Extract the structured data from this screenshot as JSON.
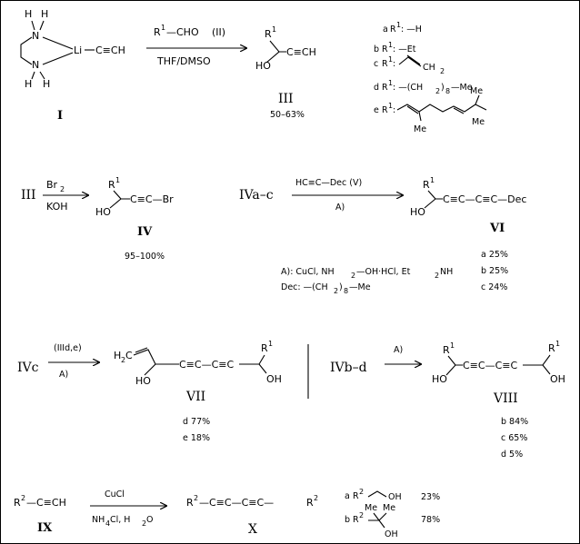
{
  "colors": {
    "ink": "#000000",
    "background": "#ffffff",
    "border": "#000000"
  },
  "scheme1": {
    "reagent_li": "Li",
    "reagent_n": "N",
    "reagent_h": "H",
    "ethynyl": "C≡CH",
    "compound_label": "I",
    "aldehyde_r": "R",
    "aldehyde_sup": "1",
    "aldehyde_rest": "—CHO",
    "aldehyde_label": "(II)",
    "conditions": "THF/DMSO",
    "product_r": "R",
    "product_sup": "1",
    "product_ho": "HO",
    "product_alkyne": "C≡CH",
    "product_label": "III",
    "yield": "50–63%",
    "r1_options": [
      {
        "letter": "a",
        "r": "R",
        "sup": "1",
        "value": ": —H"
      },
      {
        "letter": "b",
        "r": "R",
        "sup": "1",
        "value": ": —Et"
      },
      {
        "letter": "c",
        "r": "R",
        "sup": "1",
        "value": ":",
        "tail": "CH",
        "tail_sub": "2"
      },
      {
        "letter": "d",
        "r": "R",
        "sup": "1",
        "value": ": —(CH",
        "sub": "2",
        "rest": ")",
        "sub2": "8",
        "end": "—Me"
      },
      {
        "letter": "e",
        "r": "R",
        "sup": "1",
        "value": ":",
        "me1": "Me",
        "me2": "Me",
        "me3": "Me"
      }
    ]
  },
  "scheme2": {
    "start": "III",
    "reagent_top": "Br",
    "reagent_top_sub": "2",
    "reagent_bottom": "KOH",
    "product_r": "R",
    "product_sup": "1",
    "product_ho": "HO",
    "product_chain": "C≡C—Br",
    "product_label": "IV",
    "yield": "95–100%"
  },
  "scheme3": {
    "start": "IVa–c",
    "reagent_top": "HC≡C—Dec  (V)",
    "reagent_bottom": "A)",
    "product_r": "R",
    "product_sup": "1",
    "product_ho": "HO",
    "product_chain": "C≡C—C≡C—Dec",
    "product_label": "VI",
    "yields": [
      "a 25%",
      "b 25%",
      "c 24%"
    ],
    "footnote_a_prefix": "A):  CuCl,  NH",
    "footnote_a_sub1": "2",
    "footnote_a_mid": "—OH·HCl,    Et",
    "footnote_a_sub2": "2",
    "footnote_a_end": "NH",
    "footnote_dec_prefix": "Dec: —(CH",
    "footnote_dec_sub": "2",
    "footnote_dec_mid": ")",
    "footnote_dec_sub2": "8",
    "footnote_dec_end": "—Me"
  },
  "scheme4": {
    "start": "IVc",
    "reagent_top": "(IIId,e)",
    "reagent_bottom": "A)",
    "vinyl": "H",
    "vinyl_sub": "2",
    "vinyl_c": "C",
    "product_ho": "HO",
    "product_chain": "C≡C—C≡C",
    "product_r": "R",
    "product_sup": "1",
    "product_oh": "OH",
    "product_label": "VII",
    "yields": [
      "d 77%",
      "e 18%"
    ]
  },
  "scheme5": {
    "start": "IVb–d",
    "reagent_top": "A)",
    "product_r_left": "R",
    "product_sup_left": "1",
    "product_ho": "HO",
    "product_chain": "C≡C—C≡C",
    "product_r_right": "R",
    "product_sup_right": "1",
    "product_oh": "OH",
    "product_label": "VIII",
    "yields": [
      "b 84%",
      "c 65%",
      "d   5%"
    ]
  },
  "scheme6": {
    "start_r": "R",
    "start_sup": "2",
    "start_chain": "—C≡CH",
    "start_label": "IX",
    "reagent_top": "CuCl",
    "reagent_bottom_a": "NH",
    "reagent_bottom_sub": "4",
    "reagent_bottom_b": "Cl,  H",
    "reagent_bottom_sub2": "2",
    "reagent_bottom_c": "O",
    "product_r1": "R",
    "product_sup1": "2",
    "product_chain": "—C≡C—C≡C—",
    "product_r2": "R",
    "product_sup2": "2",
    "product_label": "X",
    "r2_options": [
      {
        "letter": "a",
        "r": "R",
        "sup": "2",
        "group": "OH",
        "yield": "23%"
      },
      {
        "letter": "b",
        "r": "R",
        "sup": "2",
        "group": "OH",
        "me1": "Me",
        "me2": "Me",
        "yield": "78%"
      }
    ]
  }
}
